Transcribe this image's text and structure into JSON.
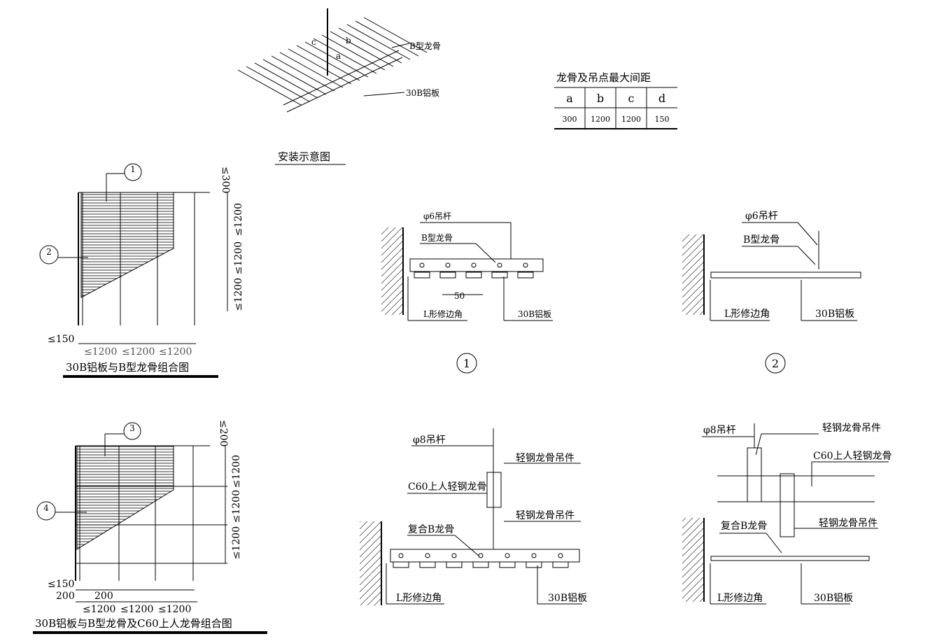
{
  "install": {
    "label_b_keel": "B型龙骨",
    "label_panel": "30B铝板",
    "dim_a": "a",
    "dim_b": "b",
    "dim_c": "c",
    "title": "安装示意图"
  },
  "spacing_table": {
    "title": "龙骨及吊点最大间距",
    "headers": [
      "a",
      "b",
      "c",
      "d"
    ],
    "values": [
      "300",
      "1200",
      "1200",
      "150"
    ]
  },
  "plan1": {
    "marker1": "1",
    "marker2": "2",
    "dim_top": "≤300",
    "dim_v1": "≤1200",
    "dim_v2": "≤1200",
    "dim_v3": "≤1200",
    "dim_left": "≤150",
    "dim_h1": "≤1200",
    "dim_h2": "≤1200",
    "dim_h3": "≤1200",
    "title": "30B铝板与B型龙骨组合图"
  },
  "plan2": {
    "marker3": "3",
    "marker4": "4",
    "dim_top": "≤200",
    "dim_v1": "≤1200",
    "dim_v2": "≤1200",
    "dim_v3": "≤1200",
    "dim_left": "≤150",
    "dim_left2": "200",
    "dim_200": "200",
    "dim_h1": "≤1200",
    "dim_h2": "≤1200",
    "dim_h3": "≤1200",
    "title": "30B铝板与B型龙骨及C60上人龙骨组合图"
  },
  "section1": {
    "rod": "φ6吊杆",
    "keel": "B型龙骨",
    "gap": "50",
    "trim": "L形修边角",
    "panel": "30B铝板",
    "marker": "1"
  },
  "section2": {
    "rod": "φ6吊杆",
    "keel": "B型龙骨",
    "trim": "L形修边角",
    "panel": "30B铝板",
    "marker": "2"
  },
  "section3": {
    "rod": "φ8吊杆",
    "hanger1": "轻钢龙骨吊件",
    "c60": "C60上人轻钢龙骨",
    "hanger2": "轻钢龙骨吊件",
    "composite": "复合B龙骨",
    "trim": "L形修边角",
    "panel": "30B铝板"
  },
  "section4": {
    "rod": "φ8吊杆",
    "hanger1": "轻钢龙骨吊件",
    "c60": "C60上人轻钢龙骨",
    "composite": "复合B龙骨",
    "hanger2": "轻钢龙骨吊件",
    "trim": "L形修边角",
    "panel": "30B铝板"
  }
}
